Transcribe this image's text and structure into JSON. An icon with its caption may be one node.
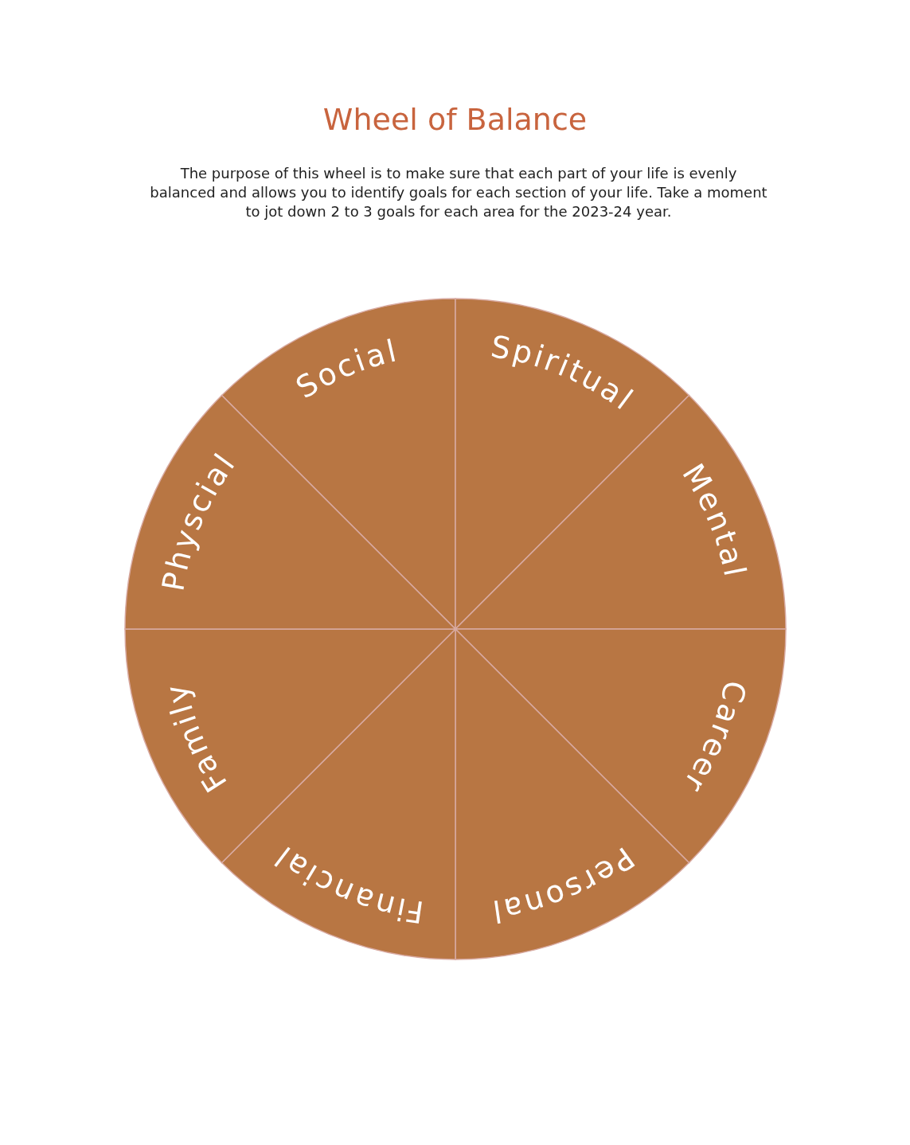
{
  "diagram": {
    "title": "Wheel of Balance",
    "nodes": [
      {
        "text": [
          "Social"
        ]
      },
      {
        "text": [
          "Spiritual"
        ]
      },
      {
        "text": [
          "Mental"
        ]
      },
      {
        "text": [
          "Career"
        ]
      },
      {
        "text": [
          "Personal"
        ]
      },
      {
        "text": [
          "Financial"
        ]
      },
      {
        "text": [
          "Family"
        ]
      },
      {
        "text": [
          "Physcial"
        ]
      }
    ],
    "labels": [
      "The purpose of this wheel is to make sure that each part of your life is evenly balanced and allows you to identify goals for each section of your life. Take a moment to jot down 2 to 3 goals for each area for the 2023-24 year."
    ]
  }
}
